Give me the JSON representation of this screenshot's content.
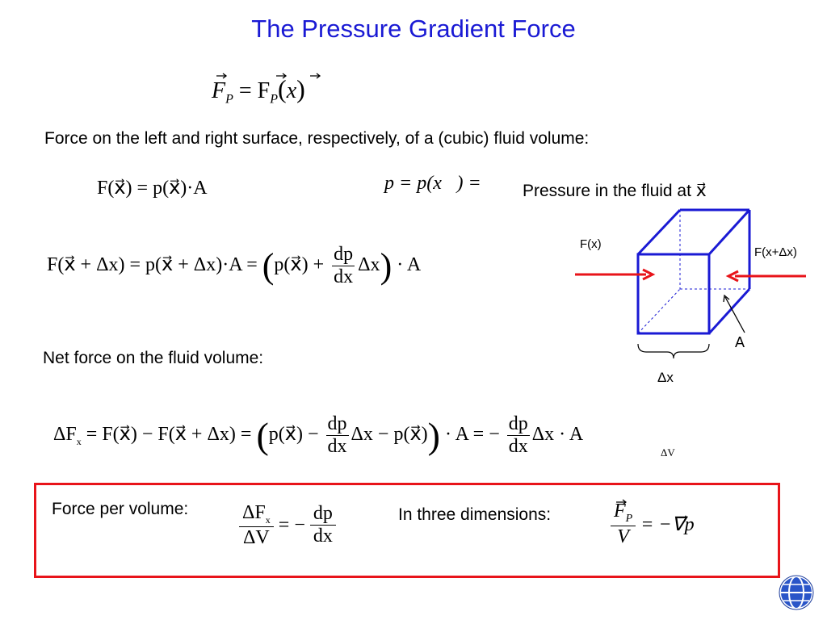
{
  "title": "The Pressure Gradient Force",
  "eq_top": {
    "lhs": "F",
    "lhs_sub": "P",
    "rhs": "= F",
    "rhs_sub": "P",
    "arg": "x"
  },
  "intro_text": "Force on the left and right surface, respectively, of a (cubic) fluid volume:",
  "eq_left_surface": "F(x⃗)  =  p(x⃗)·A",
  "eq_p_def": "p = p(x⃗) =",
  "pressure_label": "Pressure in the fluid at",
  "pressure_label_var": "x⃗",
  "eq_right_surface_left": "F(x⃗ + Δx)  =  p(x⃗ + Δx)·A =",
  "eq_right_surface_paren": "p(x⃗) +",
  "eq_right_surface_frac_num": "dp",
  "eq_right_surface_frac_den": "dx",
  "eq_right_surface_tail": "Δx",
  "eq_right_surface_end": "· A",
  "diagram": {
    "label_fx": "F(x)",
    "label_fxdx": "F(x+Δx)",
    "label_area": "A",
    "label_dx": "Δx",
    "cube_color": "#1a1ad4",
    "arrow_color": "#e8141a"
  },
  "net_text": "Net force on the fluid volume:",
  "eq_net": {
    "lhs": "ΔF",
    "lhs_sub": "x",
    "part1": "= F(x⃗) − F(x⃗ + Δx)  =",
    "paren_a": "p(x⃗) −",
    "frac1_num": "dp",
    "frac1_den": "dx",
    "paren_b": "Δx − p(x⃗)",
    "part2": "· A = −",
    "frac2_num": "dp",
    "frac2_den": "dx",
    "part3": "Δx · A",
    "under": "ΔV"
  },
  "box": {
    "per_volume_label": "Force per volume:",
    "pv_num": "ΔF",
    "pv_num_sub": "x",
    "pv_den": "ΔV",
    "pv_eq": "= −",
    "pv_rhs_num": "dp",
    "pv_rhs_den": "dx",
    "three_dim_label": "In three dimensions:",
    "td_num": "F",
    "td_num_sub": "P",
    "td_den": "V",
    "td_rhs": "= −∇⃗p",
    "border_color": "#e8141a"
  }
}
